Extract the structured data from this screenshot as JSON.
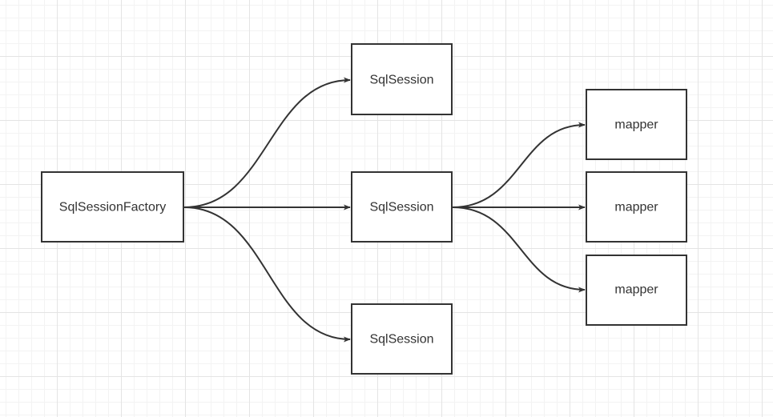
{
  "diagram": {
    "nodes": {
      "factory": "SqlSessionFactory",
      "session_1": "SqlSession",
      "session_2": "SqlSession",
      "session_3": "SqlSession",
      "mapper_1": "mapper",
      "mapper_2": "mapper",
      "mapper_3": "mapper"
    },
    "edges": [
      {
        "from": "factory",
        "to": "session_1"
      },
      {
        "from": "factory",
        "to": "session_2"
      },
      {
        "from": "factory",
        "to": "session_3"
      },
      {
        "from": "session_2",
        "to": "mapper_1"
      },
      {
        "from": "session_2",
        "to": "mapper_2"
      },
      {
        "from": "session_2",
        "to": "mapper_3"
      }
    ],
    "colors": {
      "line": "#333333",
      "node_fill": "#ffffff",
      "text": "#333333"
    }
  }
}
